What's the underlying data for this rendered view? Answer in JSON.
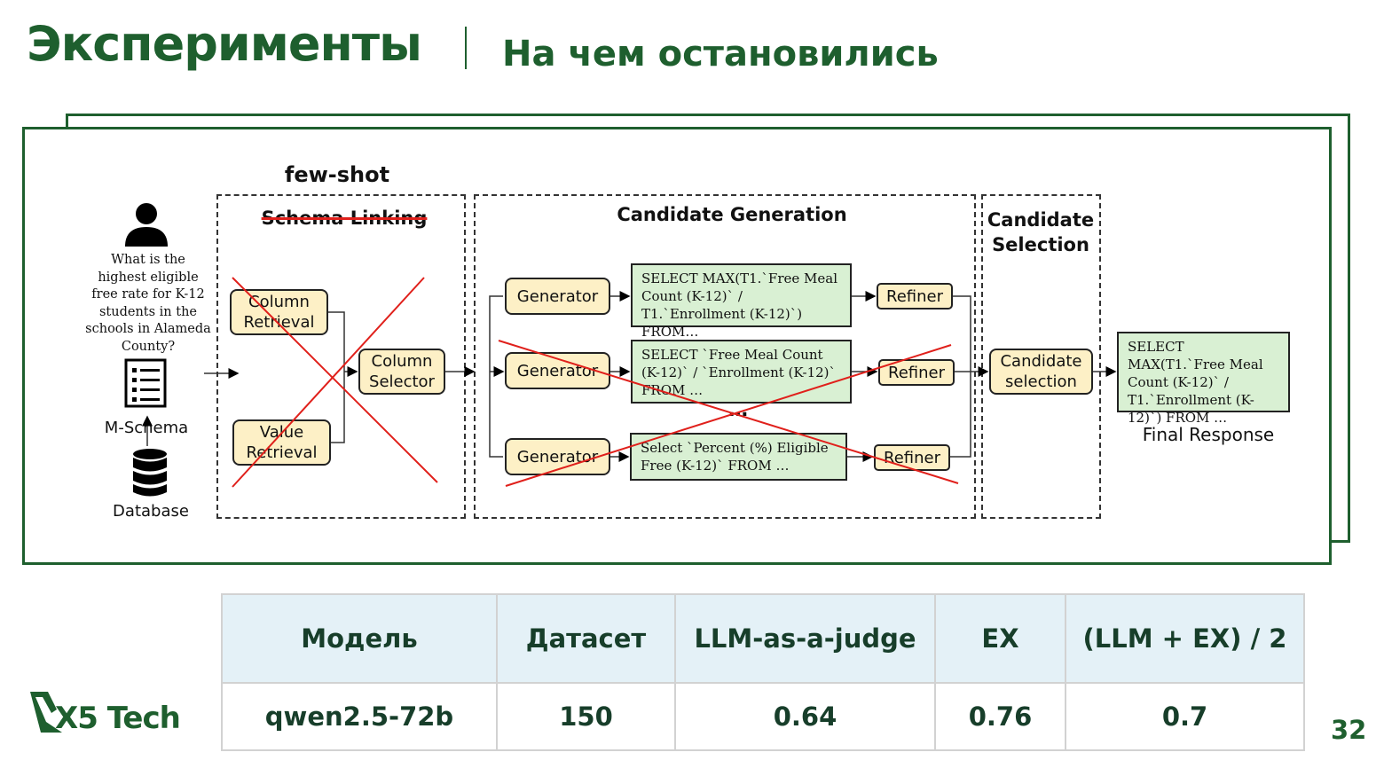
{
  "header": {
    "title": "Эксперименты",
    "subtitle": "На чем остановились"
  },
  "diagram": {
    "few_shot_label": "few-shot",
    "question": "What is the highest eligible free rate for K-12 students in the schools in Alameda County?",
    "mschema_label": "M-Schema",
    "database_label": "Database",
    "schema_linking": {
      "title": "Schema Linking",
      "column_retrieval": "Column Retrieval",
      "value_retrieval": "Value Retrieval",
      "column_selector": "Column Selector"
    },
    "candidate_generation": {
      "title": "Candidate Generation",
      "generator_label": "Generator",
      "refiner_label": "Refiner",
      "sql_1": "SELECT MAX(T1.`Free Meal Count (K-12)` / T1.`Enrollment (K-12)`) FROM…",
      "sql_2": "SELECT `Free Meal Count (K-12)` / `Enrollment (K-12)` FROM …",
      "sql_3": "Select `Percent (%) Eligible Free (K-12)`  FROM …",
      "ellipsis": "…"
    },
    "candidate_selection": {
      "title": "Candidate Selection",
      "box": "Candidate selection"
    },
    "final_sql": "SELECT MAX(T1.`Free Meal Count (K-12)` / T1.`Enrollment (K-12)`) FROM …",
    "final_label": "Final Response"
  },
  "table": {
    "headers": [
      "Модель",
      "Датасет",
      "LLM-as-a-judge",
      "EX",
      "(LLM + EX) / 2"
    ],
    "rows": [
      [
        "qwen2.5-72b",
        "150",
        "0.64",
        "0.76",
        "0.7"
      ]
    ]
  },
  "brand": {
    "logo_text": "X5 Tech",
    "page_number": "32"
  },
  "colors": {
    "brand_green": "#1e5f2e",
    "strike_red": "#e0201b",
    "box_yellow": "#fdf0c6",
    "box_green": "#d9f0d3",
    "table_header": "#e4f1f7"
  },
  "icons": [
    "user-icon",
    "schema-document-icon",
    "database-icon",
    "x5-logo-icon"
  ]
}
